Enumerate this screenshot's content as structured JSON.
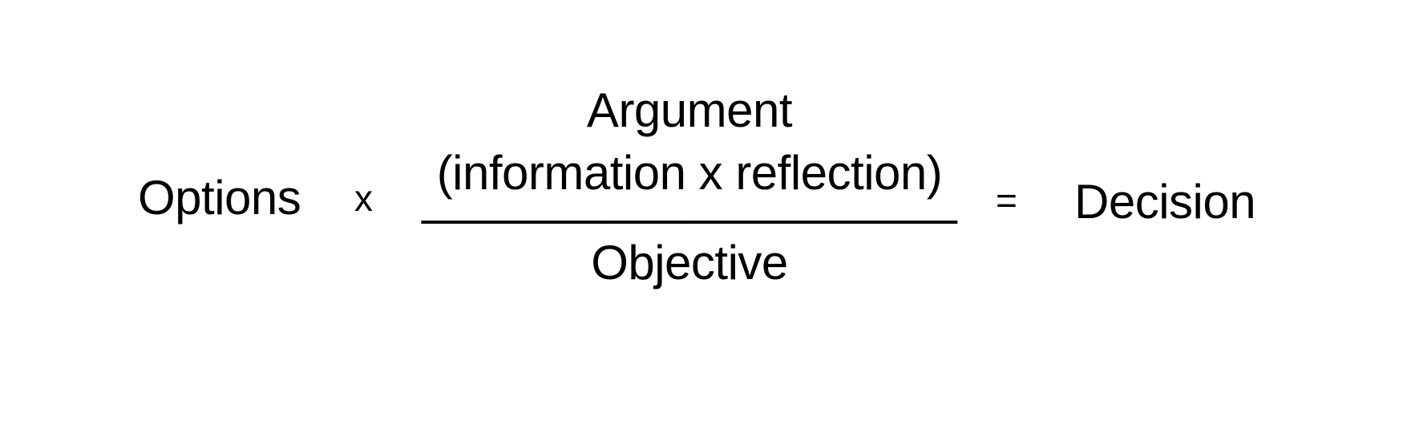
{
  "formula": {
    "options_label": "Options",
    "multiply_operator": "x",
    "fraction": {
      "numerator_title": "Argument",
      "numerator_detail": "(information x reflection)",
      "bar": "____________________",
      "denominator": "Objective"
    },
    "equals_operator": "=",
    "result_label": "Decision"
  },
  "colors": {
    "text": "#000000",
    "background": "#ffffff"
  }
}
